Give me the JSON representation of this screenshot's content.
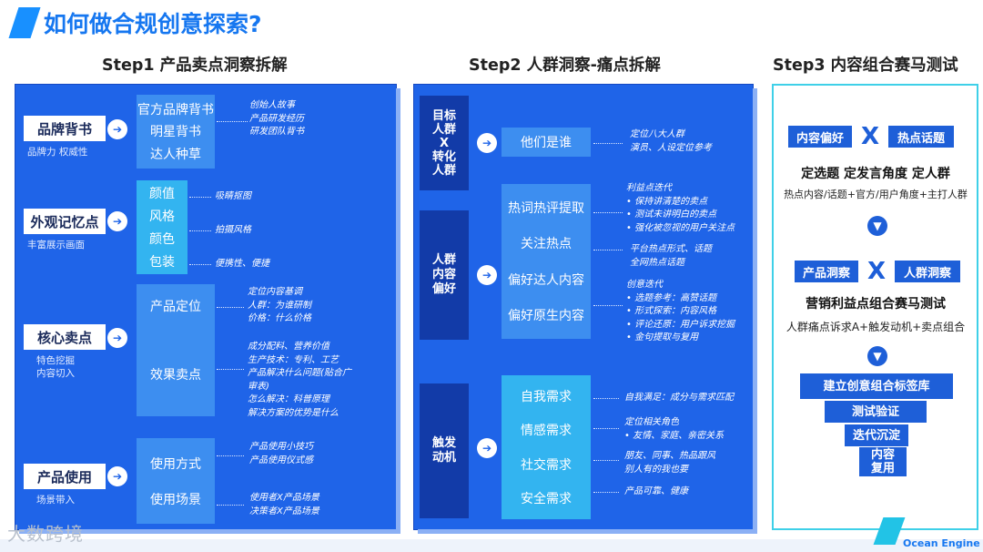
{
  "page_title": "如何做合规创意探索?",
  "step1": {
    "title": "Step1 产品卖点洞察拆解",
    "rows": [
      {
        "label": "品牌背书",
        "sub": [
          "品牌力 权威性"
        ],
        "items": [
          "官方品牌背书",
          "明星背书",
          "达人种草"
        ],
        "notes": [
          [
            "创始人故事",
            "产品研发经历",
            "研发团队背书"
          ]
        ]
      },
      {
        "label": "外观记忆点",
        "sub": [
          "丰富展示画面"
        ],
        "items": [
          "颜值",
          "风格",
          "颜色",
          "包装"
        ],
        "notes": [
          [
            "吸睛抠图"
          ],
          [
            "拍摄风格"
          ],
          [
            "便携性、便捷"
          ]
        ]
      },
      {
        "label": "核心卖点",
        "sub": [
          "特色挖掘",
          "内容切入"
        ],
        "items": [
          "产品定位",
          "效果卖点"
        ],
        "notes": [
          [
            "定位内容基调",
            "人群：为谁研制",
            "价格：什么价格"
          ],
          [
            "成分配料、营养价值",
            "生产技术：专利、工艺",
            "产品解决什么问题(贴合广",
            "审表)",
            "怎么解决：科普原理",
            "解决方案的优势是什么"
          ]
        ]
      },
      {
        "label": "产品使用",
        "sub": [
          "场景带入"
        ],
        "items": [
          "使用方式",
          "使用场景"
        ],
        "notes": [
          [
            "产品使用小技巧",
            "产品使用仪式感"
          ],
          [
            "使用者X产品场景",
            "决策者X产品场景"
          ]
        ]
      }
    ]
  },
  "step2": {
    "title": "Step2 人群洞察-痛点拆解",
    "rows": [
      {
        "label": [
          "目标",
          "人群",
          "X",
          "转化",
          "人群"
        ],
        "items": [
          "他们是谁"
        ],
        "notes": [
          [
            "定位八大人群",
            "演员、人设定位参考"
          ]
        ]
      },
      {
        "label": [
          "人群",
          "内容",
          "偏好"
        ],
        "items": [
          "热词热评提取",
          "关注热点",
          "偏好达人内容",
          "偏好原生内容"
        ],
        "notes": [
          [
            "利益点迭代",
            "•  保持讲清楚的卖点",
            "•  测试未讲明白的卖点",
            "•  强化被忽视的用户关注点"
          ],
          [
            "平台热点形式、话题",
            "全网热点话题"
          ],
          [
            "创意迭代",
            "•  选题参考：高赞话题",
            "•  形式探索：内容风格",
            "•  评论还原：用户诉求挖掘",
            "•  金句提取与复用"
          ]
        ]
      },
      {
        "label": [
          "触发",
          "动机"
        ],
        "items": [
          "自我需求",
          "情感需求",
          "社交需求",
          "安全需求"
        ],
        "notes": [
          [
            "自我满足：成分与需求匹配"
          ],
          [
            "定位相关角色",
            "•  友情、家庭、亲密关系"
          ],
          [
            "朋友、同事、热品跟风",
            "别人有的我也要"
          ],
          [
            "产品可靠、健康"
          ]
        ]
      }
    ]
  },
  "step3": {
    "title": "Step3 内容组合赛马测试",
    "pair1": [
      "内容偏好",
      "热点话题"
    ],
    "x_symbol": "X",
    "head1": "定选题 定发言角度 定人群",
    "sub1": "热点内容/话题+官方/用户角度+主打人群",
    "pair2": [
      "产品洞察",
      "人群洞察"
    ],
    "head2": "营销利益点组合赛马测试",
    "sub2": "人群痛点诉求A+触发动机+卖点组合",
    "funnel": [
      "建立创意组合标签库",
      "测试验证",
      "迭代沉淀",
      "内容复用"
    ]
  },
  "footer": {
    "watermark": "大数跨境",
    "brand": "Ocean Engine"
  },
  "colors": {
    "accent": "#1677f0",
    "panel": "#1f64e8",
    "dark_label": "#123ba8",
    "light_box": "#3d8ef0",
    "cyan_box": "#33b4f0",
    "step3_border": "#3fd0e8"
  },
  "icons": {
    "row_arrow": "arrow-circle-icon",
    "step3_arrow": "arrow-down-circle-icon"
  }
}
